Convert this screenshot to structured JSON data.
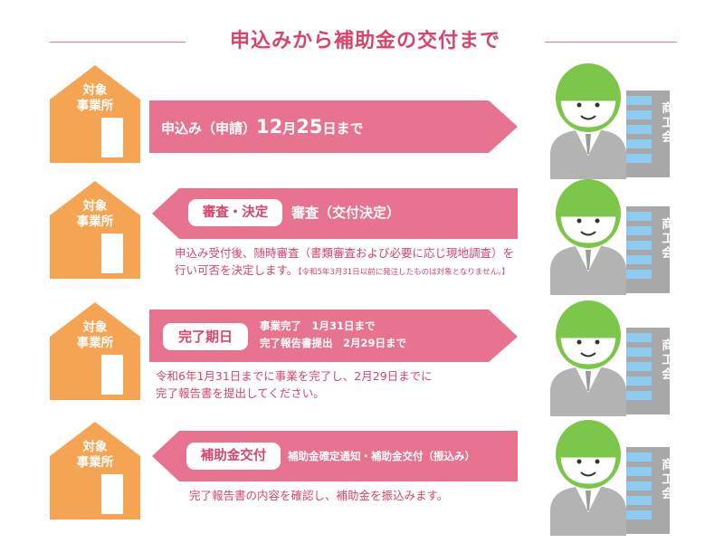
{
  "title": "申込みから補助金の交付まで",
  "house_label_1": "対象",
  "house_label_2": "事業所",
  "office_label": [
    "商",
    "工",
    "会"
  ],
  "steps": [
    {
      "direction": "right",
      "main": "申込み（申請）",
      "date_num1": "12",
      "date_mid": "月",
      "date_num2": "25",
      "date_end": "日まで",
      "desc": []
    },
    {
      "direction": "left",
      "pill": "審査・決定",
      "main": "審査（交付決定）",
      "desc": [
        "申込み受付後、随時審査（書類審査および必要に応じ現地調査）を",
        "行い可否を決定します。"
      ],
      "note": "【令和5年3月31日以前に発注したものは対象となりません。】"
    },
    {
      "direction": "right",
      "pill": "完了期日",
      "sub_lines": [
        "事業完了　1月31日まで",
        "完了報告書提出　2月29日まで"
      ],
      "desc": [
        "令和6年1月31日までに事業を完了し、2月29日までに",
        "完了報告書を提出してください。"
      ]
    },
    {
      "direction": "left",
      "pill": "補助金交付",
      "main": "補助金確定通知・補助金交付（振込み）",
      "desc": [
        "完了報告書の内容を確認し、補助金を振込みます。"
      ]
    }
  ],
  "colors": {
    "accent": "#d9446a",
    "arrow": "#e8738f",
    "house": "#f4a453",
    "head": "#7cc64a",
    "suit": "#b3b3b3",
    "building": "#a8a8a8",
    "window": "#8ecbf0"
  }
}
